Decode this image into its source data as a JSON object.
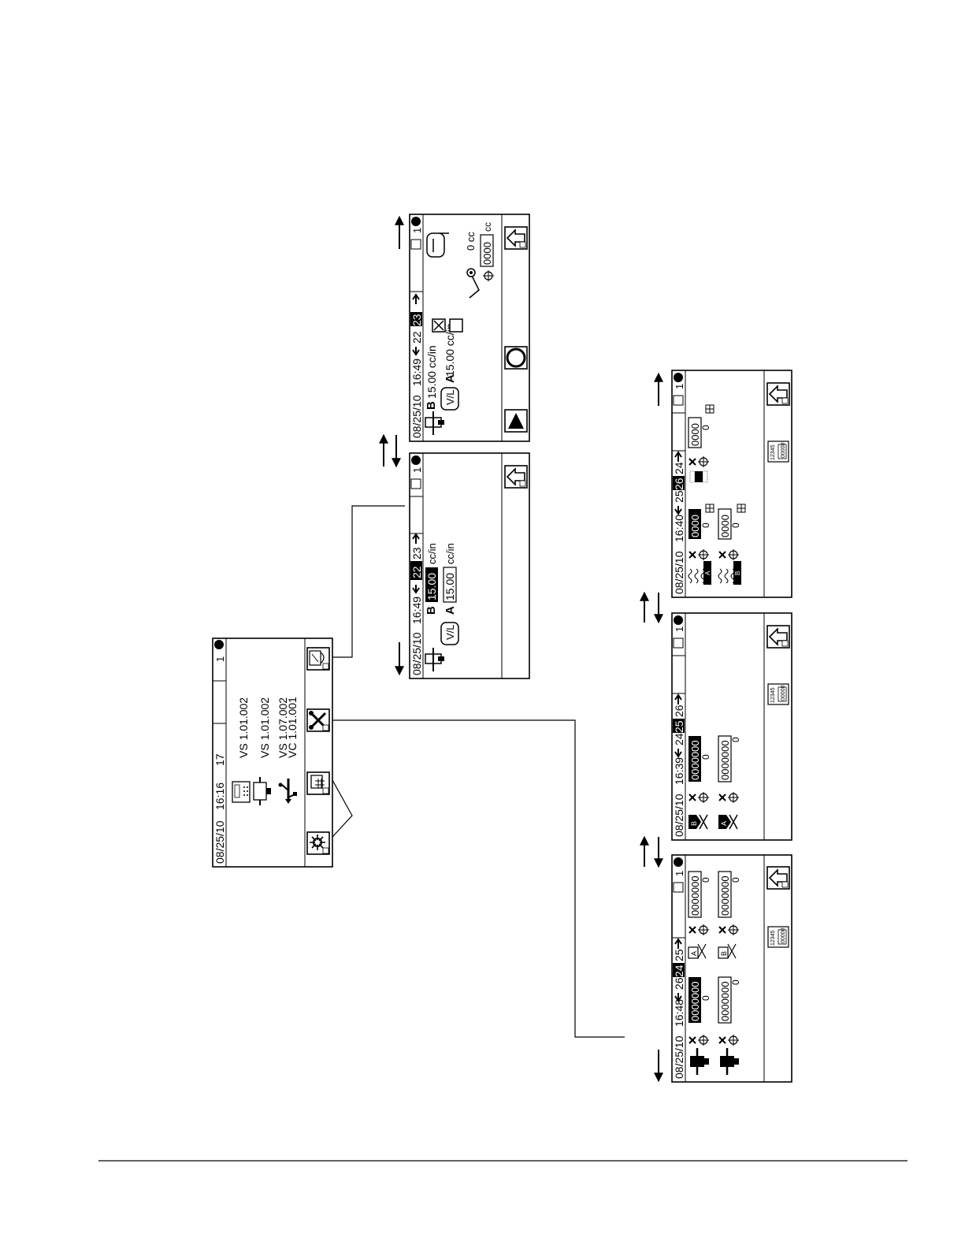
{
  "home_screen": {
    "date": "08/25/10",
    "time": "16:16",
    "screen_num": "17",
    "status_num": "1",
    "versions": [
      "VS 1.01.002",
      "VS 1.01.002",
      "VS 1.07.002",
      "VC 1.01.001"
    ],
    "icons": [
      "settings-gear-icon",
      "display-module-icon",
      "tools-icon",
      "dispense-valve-icon",
      "calibration-icon",
      "ac-module-icon",
      "usb-icon"
    ]
  },
  "screen_22": {
    "date": "08/25/10",
    "time": "16:49",
    "current_page": "22",
    "next_page": "23",
    "status_num": "1",
    "b_label": "B",
    "a_label": "A",
    "b_value": "15.00",
    "a_value": "15.00",
    "unit": "cc/in"
  },
  "screen_23": {
    "date": "08/25/10",
    "time": "16:49",
    "prev_page": "22",
    "current_page": "23",
    "status_num": "1",
    "b_label": "B",
    "a_label": "A",
    "b_text": "15.00 cc/in",
    "a_text": "15.00 cc/in",
    "volume_text": "0 cc",
    "volume_box": "0000",
    "volume_unit": "cc"
  },
  "screen_24": {
    "date": "08/25/10",
    "time": "16:48",
    "prev_page": "26",
    "current_page": "24",
    "next_page": "25",
    "status_num": "1",
    "counter_1": "0000000",
    "counter_2": "0000000",
    "counter_3": "0000000",
    "counter_4": "0000000",
    "zero": "0",
    "reset_label": "12345",
    "reset_value": "00000",
    "valve_a": "A",
    "valve_b": "B"
  },
  "screen_25": {
    "date": "08/25/10",
    "time": "16:39",
    "prev_page": "24",
    "current_page": "25",
    "next_page": "26",
    "status_num": "1",
    "counter_1": "0000000",
    "counter_2": "0000000",
    "zero": "0",
    "reset_label": "12345",
    "reset_value": "00000",
    "valve_b": "B",
    "valve_a": "A"
  },
  "screen_26": {
    "date": "08/25/10",
    "time": "16:40",
    "prev_page": "25",
    "current_page": "26",
    "next_page": "24",
    "status_num": "1",
    "counter_1": "0000",
    "counter_2": "0000",
    "counter_3": "0000",
    "zero": "0",
    "reset_label": "12345",
    "reset_value": "00000",
    "label_a": "A",
    "label_b": "B"
  }
}
